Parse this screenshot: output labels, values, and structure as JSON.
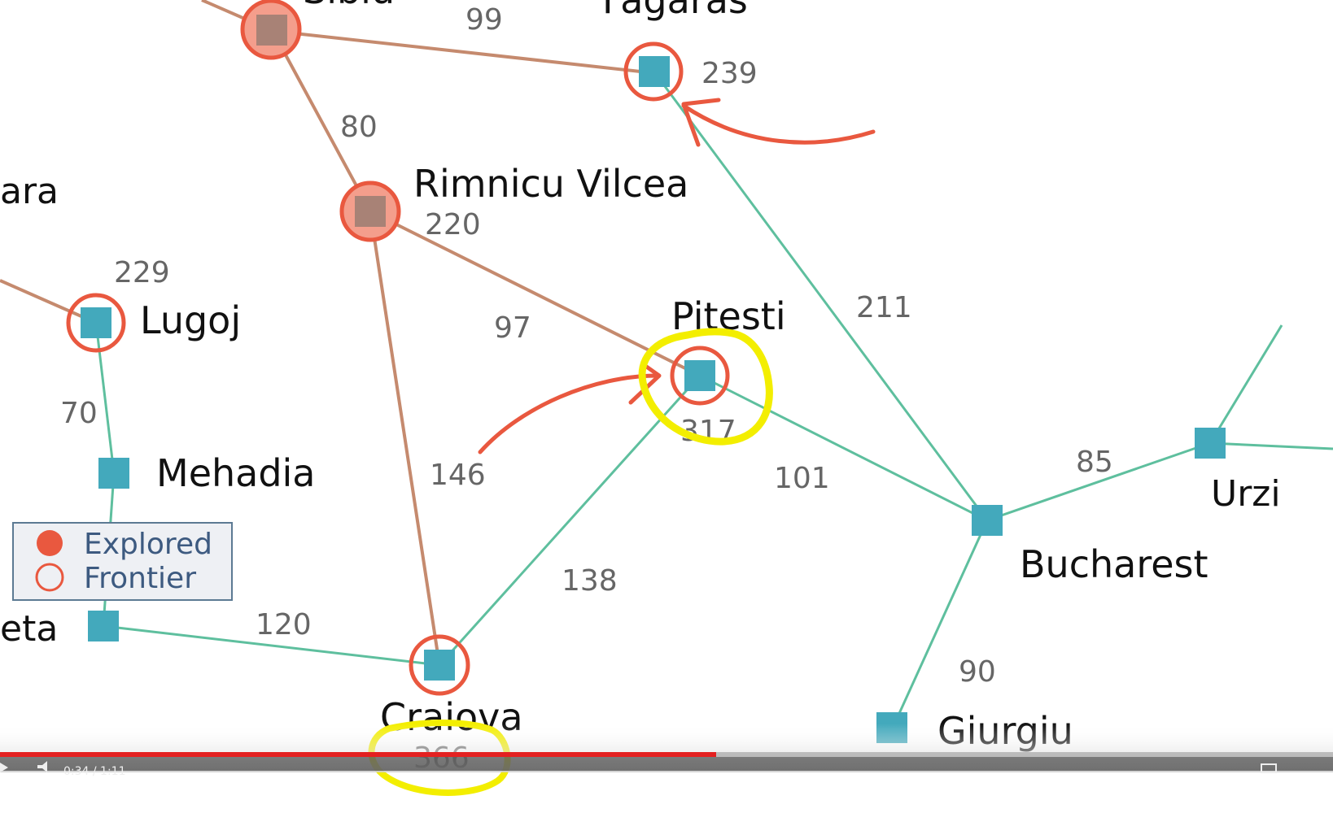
{
  "colors": {
    "explored_edge": "#c58a6e",
    "frontier_edge": "#5ebf9e",
    "node_fill": "#43a9bc",
    "node_explored_fill": "#a88276",
    "ring": "#e9583f",
    "explored_fill": "#f49e8c",
    "annotation_arrow": "#e9583f",
    "highlight": "#f3ee00",
    "legend_border": "#5c7a93",
    "legend_bg": "#eef0f4",
    "progress_played": "#e32020",
    "progress_track": "#9a9a9a"
  },
  "cities": {
    "sibiu": {
      "label": "Sibiu",
      "state": "explored"
    },
    "fagaras": {
      "label": "Fagaras",
      "state": "frontier",
      "value": "239"
    },
    "rimnicu_vilcea": {
      "label": "Rimnicu Vilcea",
      "state": "explored",
      "value": "220"
    },
    "lugoj": {
      "label": "Lugoj",
      "state": "frontier",
      "value": "229"
    },
    "mehadia": {
      "label": "Mehadia",
      "state": "unexplored"
    },
    "pitesti": {
      "label": "Pitesti",
      "state": "frontier",
      "value": "317"
    },
    "craiova": {
      "label": "Craiova",
      "state": "frontier",
      "value": "366"
    },
    "bucharest": {
      "label": "Bucharest",
      "state": "unexplored"
    },
    "giurgiu": {
      "label": "Giurgiu",
      "state": "unexplored"
    },
    "urziceni": {
      "label": "Urzi",
      "state": "unexplored"
    },
    "drobeta": {
      "label": "eta",
      "state": "unexplored"
    },
    "timisoara": {
      "label": "ara",
      "state": "unexplored"
    }
  },
  "edges": {
    "sibiu_fagaras": "99",
    "sibiu_rimnicu": "80",
    "rimnicu_pitesti": "97",
    "rimnicu_craiova": "146",
    "lugoj_mehadia": "70",
    "drobeta_craiova": "120",
    "pitesti_craiova": "138",
    "pitesti_bucharest": "101",
    "fagaras_bucharest": "211",
    "bucharest_urziceni": "85",
    "bucharest_giurgiu": "90"
  },
  "legend": {
    "explored": "Explored",
    "frontier": "Frontier"
  },
  "video": {
    "time": "0:34 / 1:11",
    "progress": 0.537
  }
}
